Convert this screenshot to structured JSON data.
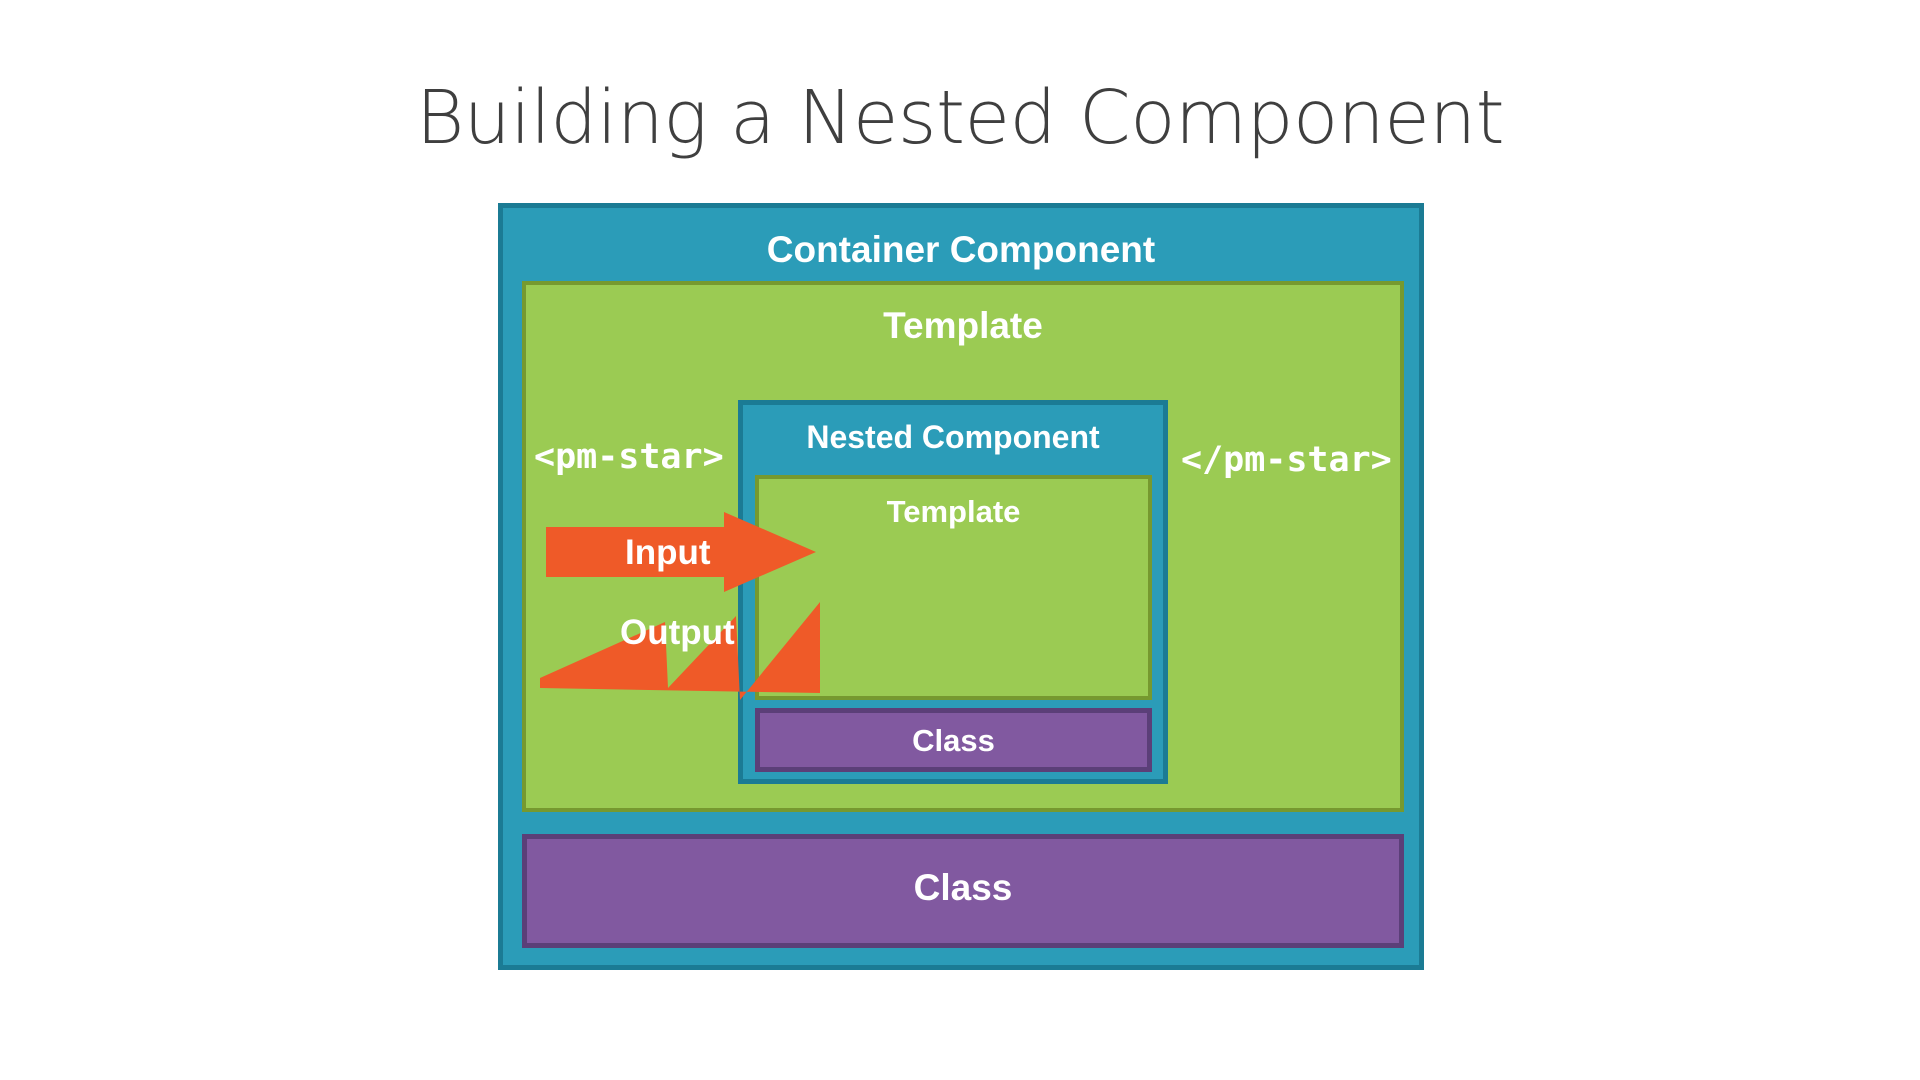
{
  "slide": {
    "title": "Building a Nested Component",
    "background_color": "#ffffff",
    "title_color": "#3f3f3f"
  },
  "colors": {
    "teal_fill": "#2b9cb8",
    "teal_border": "#1b7b94",
    "green_fill": "#9bcb53",
    "green_border": "#76992f",
    "purple_fill": "#8159a0",
    "purple_border": "#5b3f78",
    "orange_arrow": "#ef5a28",
    "label_text": "#ffffff"
  },
  "diagram": {
    "container_component": {
      "label": "Container Component",
      "template": {
        "label": "Template",
        "open_tag": "<pm-star>",
        "close_tag": "</pm-star>",
        "nested_component": {
          "label": "Nested Component",
          "template": {
            "label": "Template"
          },
          "class": {
            "label": "Class"
          }
        }
      },
      "class": {
        "label": "Class"
      }
    },
    "arrows": [
      {
        "label": "Input",
        "direction": "right",
        "color": "#ef5a28"
      },
      {
        "label": "Output",
        "direction": "left",
        "color": "#ef5a28"
      }
    ]
  }
}
